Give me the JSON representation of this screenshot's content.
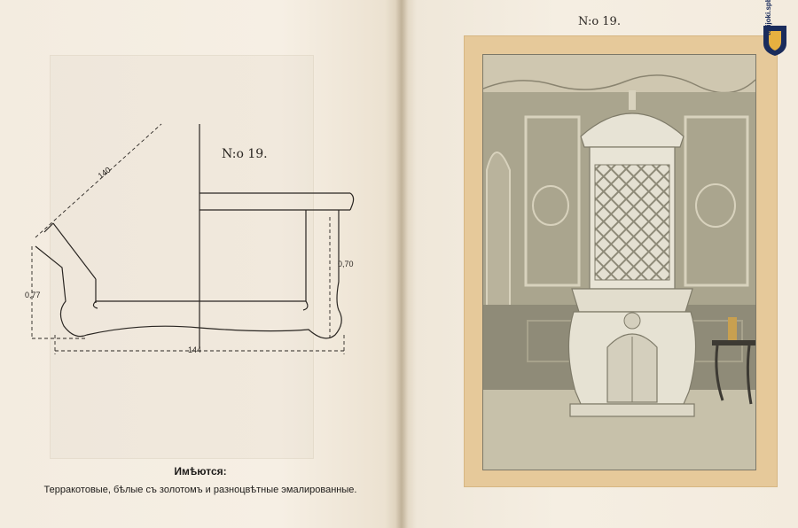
{
  "left_page": {
    "diagram_number": "N:o 19.",
    "dimensions": {
      "diagonal": "140",
      "right_height": "0,70",
      "left_height": "0,77",
      "width": "144"
    },
    "heading": "Имѣются:",
    "description": "Терракотовые, бѣлые съ золотомъ и разноцвѣтные эмалированные."
  },
  "right_page": {
    "plate_number": "N:o 19."
  },
  "watermark": {
    "text": "terijoki.spb.ru"
  },
  "colors": {
    "paper": "#f5eee2",
    "mount": "#e6c99a",
    "ink": "#2a2622",
    "wall": "#b0ab94",
    "logo_blue": "#1a2c5c"
  }
}
